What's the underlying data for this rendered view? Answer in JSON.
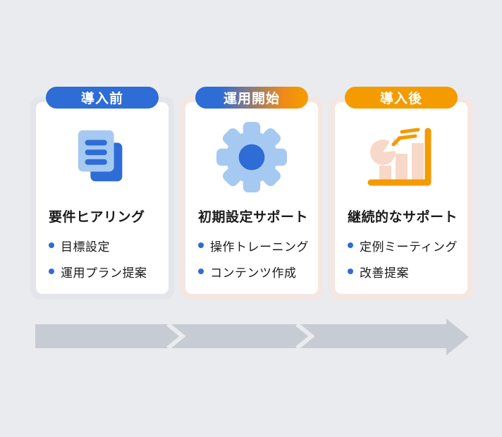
{
  "page": {
    "background": "#E9EBEF",
    "description": "3-step onboarding support process diagram"
  },
  "colors": {
    "accent_blue": "#2E6CD6",
    "accent_light_blue": "#A6C9F2",
    "accent_orange": "#F49B00",
    "accent_peach": "#F8D8C8",
    "card_wrap_gray": "#E3E5EA",
    "card_wrap_pink": "#F4E7E2",
    "arrow_gray": "#C7CBD4",
    "text": "#1B1B1B"
  },
  "cards": [
    {
      "badge": "導入前",
      "badge_style": "blue",
      "icon": "documents-icon",
      "title": "要件ヒアリング",
      "bullets": [
        "目標設定",
        "運用プラン提案"
      ]
    },
    {
      "badge": "運用開始",
      "badge_style": "blue-to-orange-gradient",
      "icon": "gear-icon",
      "title": "初期設定サポート",
      "bullets": [
        "操作トレーニング",
        "コンテンツ作成"
      ]
    },
    {
      "badge": "導入後",
      "badge_style": "orange",
      "icon": "growth-chart-icon",
      "title": "継続的なサポート",
      "bullets": [
        "定例ミーティング",
        "改善提案"
      ]
    }
  ],
  "timeline_arrow": {
    "direction": "right",
    "segments": 3
  }
}
